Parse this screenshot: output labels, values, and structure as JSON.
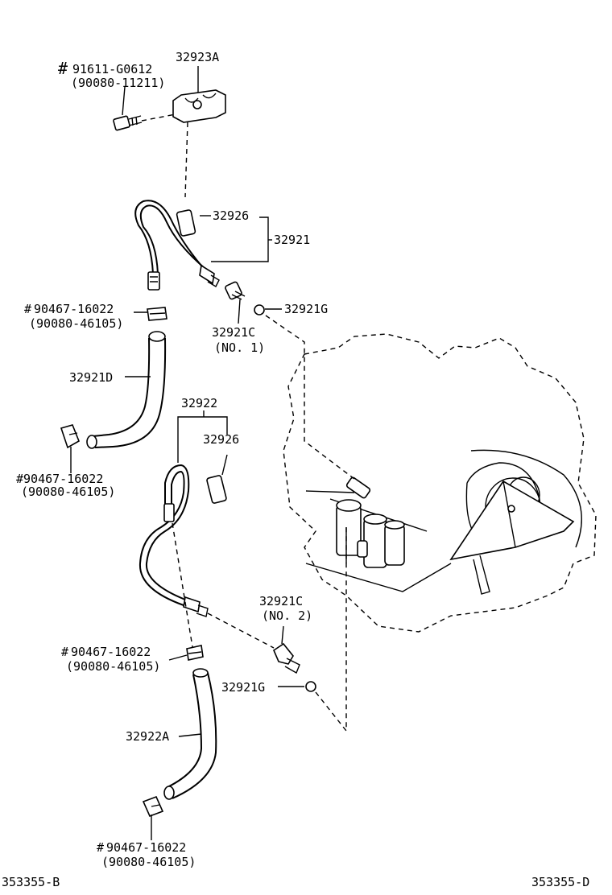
{
  "labels": {
    "bolt_pn": "91611-G0612",
    "bolt_alt": "(90080-11211)",
    "clamp_top": "32923A",
    "sleeve_1": "32926",
    "tube_1": "32921",
    "oring_1": "32921G",
    "union_1": "32921C",
    "union_1_no": "(NO. 1)",
    "clip_1_pn": "90467-16022",
    "clip_1_alt": "(90080-46105)",
    "hose_1": "32921D",
    "clip_2_pn": "#90467-16022",
    "clip_2_alt": "(90080-46105)",
    "tube_2": "32922",
    "sleeve_2": "32926",
    "union_2": "32921C",
    "union_2_no": "(NO. 2)",
    "clip_3_pn": "90467-16022",
    "clip_3_alt": "(90080-46105)",
    "oring_2": "32921G",
    "hose_2": "32922A",
    "clip_4_pn": "90467-16022",
    "clip_4_alt": "(90080-46105)",
    "footer_left": "353355-B",
    "footer_right": "353355-D"
  }
}
